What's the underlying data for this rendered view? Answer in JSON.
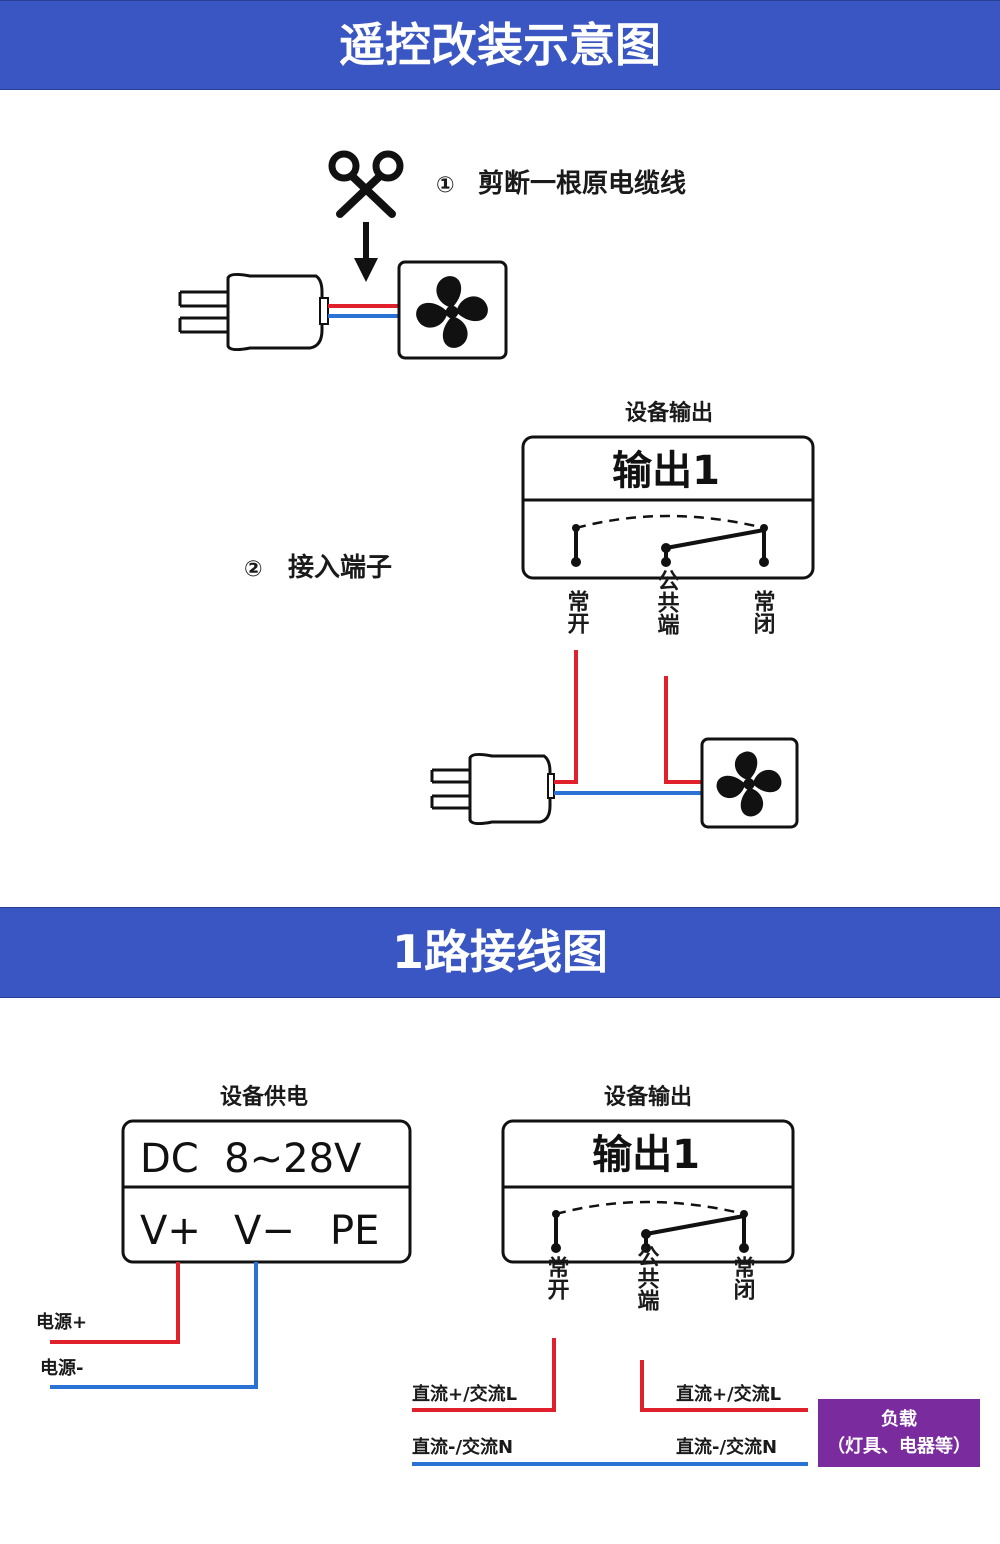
{
  "banners": {
    "top": "遥控改装示意图",
    "bottom": "1路接线图"
  },
  "step1": {
    "marker": "①",
    "text": "剪断一根原电缆线"
  },
  "step2": {
    "marker": "②",
    "text": "接入端子"
  },
  "output_module": {
    "caption": "设备输出",
    "title": "输出1",
    "terminals": {
      "no": "常开",
      "com": "公共端",
      "nc": "常闭"
    }
  },
  "power_module": {
    "caption": "设备供电",
    "title": "DC  8~28V",
    "terminals": {
      "vplus": "V+",
      "vminus": "V−",
      "pe": "PE"
    }
  },
  "power_wires": {
    "positive": "电源+",
    "negative": "电源-"
  },
  "load_wires": {
    "left_live": "直流+/交流L",
    "left_neutral": "直流-/交流N",
    "right_live": "直流+/交流L",
    "right_neutral": "直流-/交流N"
  },
  "load": {
    "line1": "负载",
    "line2": "（灯具、电器等）"
  },
  "colors": {
    "banner": "#3a56c2",
    "live": "#e0202a",
    "neutral": "#2a72d4",
    "load": "#7a2b9e"
  },
  "icons": [
    "scissors-icon",
    "arrow-down-icon",
    "plug-icon",
    "fan-icon"
  ]
}
